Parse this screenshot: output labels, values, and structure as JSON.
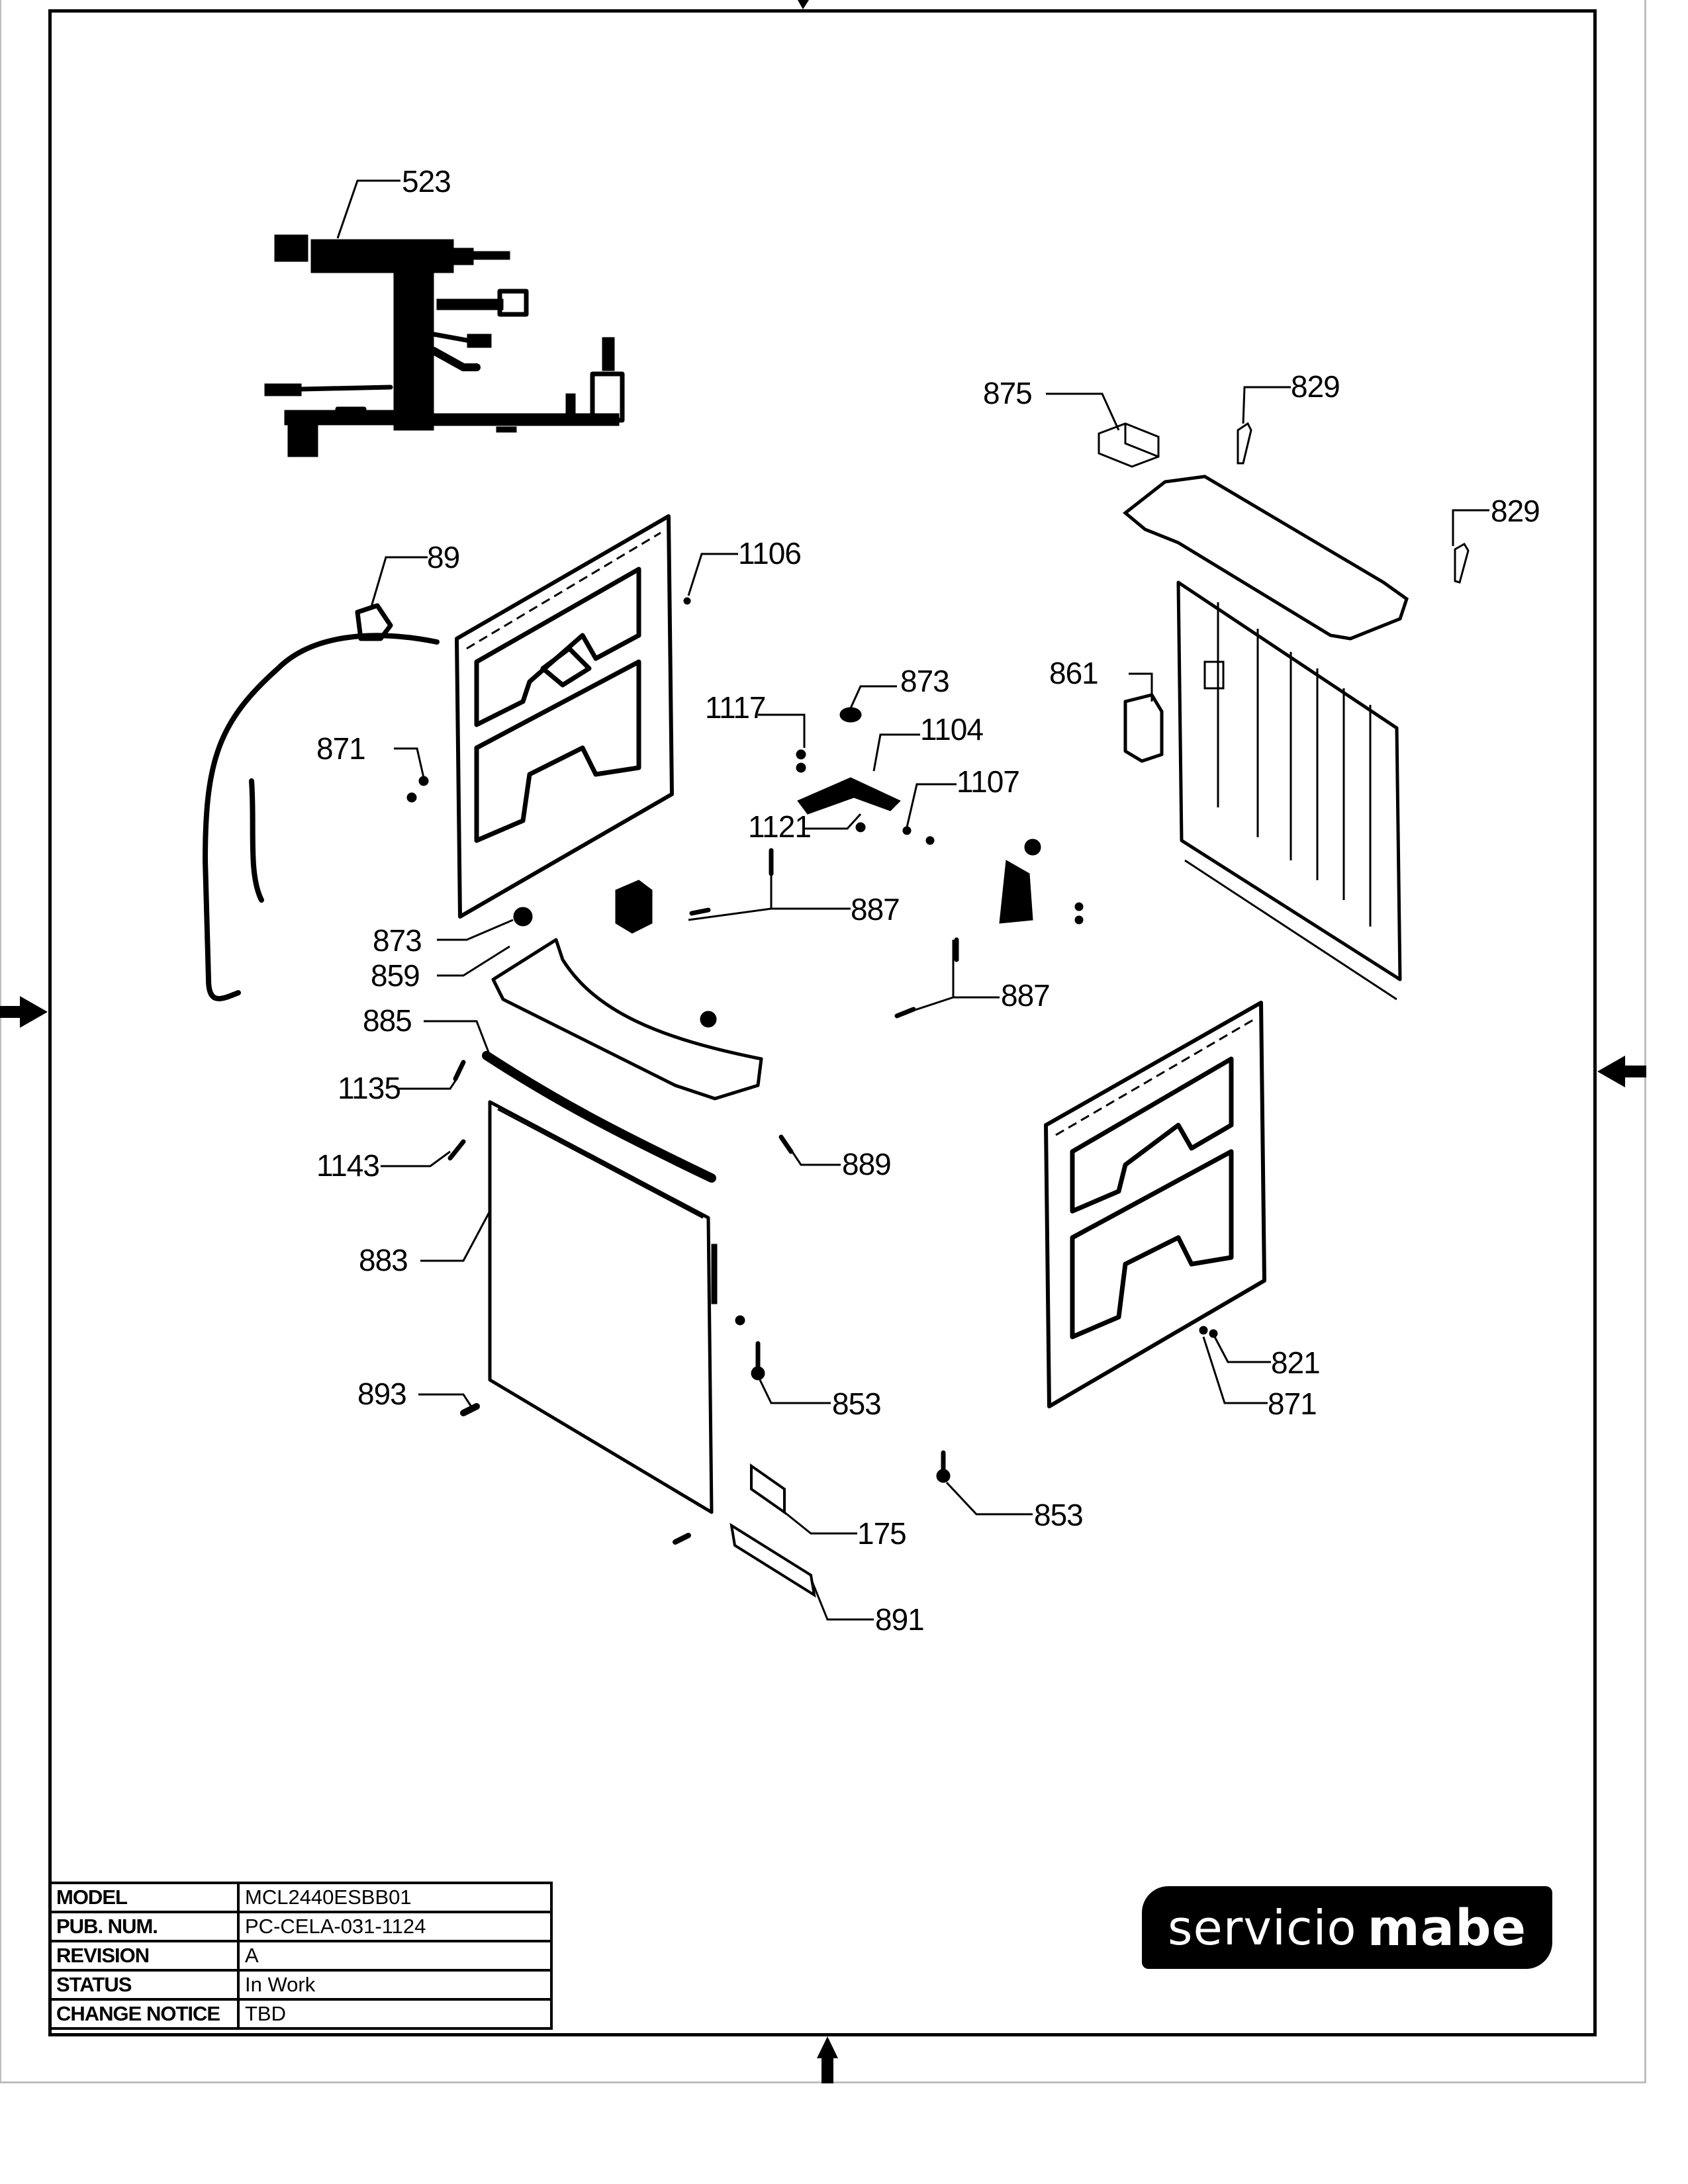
{
  "document": {
    "type": "exploded parts diagram",
    "brand_logo": {
      "light": "servicio",
      "bold": "mabe"
    }
  },
  "title_block": {
    "rows": [
      {
        "label": "MODEL",
        "value": "MCL2440ESBB01"
      },
      {
        "label": "PUB. NUM.",
        "value": "PC-CELA-031-1124"
      },
      {
        "label": "REVISION",
        "value": "A"
      },
      {
        "label": "STATUS",
        "value": "In Work"
      },
      {
        "label": "CHANGE NOTICE",
        "value": "TBD"
      }
    ]
  },
  "callouts": [
    {
      "id": "c523",
      "label": "523",
      "part": "wire-harness"
    },
    {
      "id": "c875",
      "label": "875",
      "part": "bracket"
    },
    {
      "id": "c829a",
      "label": "829",
      "part": "clip"
    },
    {
      "id": "c829b",
      "label": "829",
      "part": "clip"
    },
    {
      "id": "c89",
      "label": "89",
      "part": "power-cord"
    },
    {
      "id": "c1106",
      "label": "1106",
      "part": "screw"
    },
    {
      "id": "c861",
      "label": "861",
      "part": "junction-box"
    },
    {
      "id": "c873a",
      "label": "873",
      "part": "foot"
    },
    {
      "id": "c1117",
      "label": "1117",
      "part": "screw"
    },
    {
      "id": "c1104",
      "label": "1104",
      "part": "corner-bracket"
    },
    {
      "id": "c1107",
      "label": "1107",
      "part": "screw"
    },
    {
      "id": "c1121",
      "label": "1121",
      "part": "screw"
    },
    {
      "id": "c871a",
      "label": "871",
      "part": "screw"
    },
    {
      "id": "c887a",
      "label": "887",
      "part": "screw"
    },
    {
      "id": "c887b",
      "label": "887",
      "part": "screw"
    },
    {
      "id": "c873b",
      "label": "873",
      "part": "foot"
    },
    {
      "id": "c859",
      "label": "859",
      "part": "front-base"
    },
    {
      "id": "c885",
      "label": "885",
      "part": "gasket"
    },
    {
      "id": "c1135",
      "label": "1135",
      "part": "screw"
    },
    {
      "id": "c1143",
      "label": "1143",
      "part": "screw"
    },
    {
      "id": "c889",
      "label": "889",
      "part": "screw"
    },
    {
      "id": "c883",
      "label": "883",
      "part": "front-panel"
    },
    {
      "id": "c821",
      "label": "821",
      "part": "washer"
    },
    {
      "id": "c871b",
      "label": "871",
      "part": "screw"
    },
    {
      "id": "c893",
      "label": "893",
      "part": "hinge-pin"
    },
    {
      "id": "c853a",
      "label": "853",
      "part": "leveling-leg"
    },
    {
      "id": "c853b",
      "label": "853",
      "part": "leveling-leg"
    },
    {
      "id": "c175",
      "label": "175",
      "part": "label-plate"
    },
    {
      "id": "c891",
      "label": "891",
      "part": "label-plate"
    }
  ]
}
